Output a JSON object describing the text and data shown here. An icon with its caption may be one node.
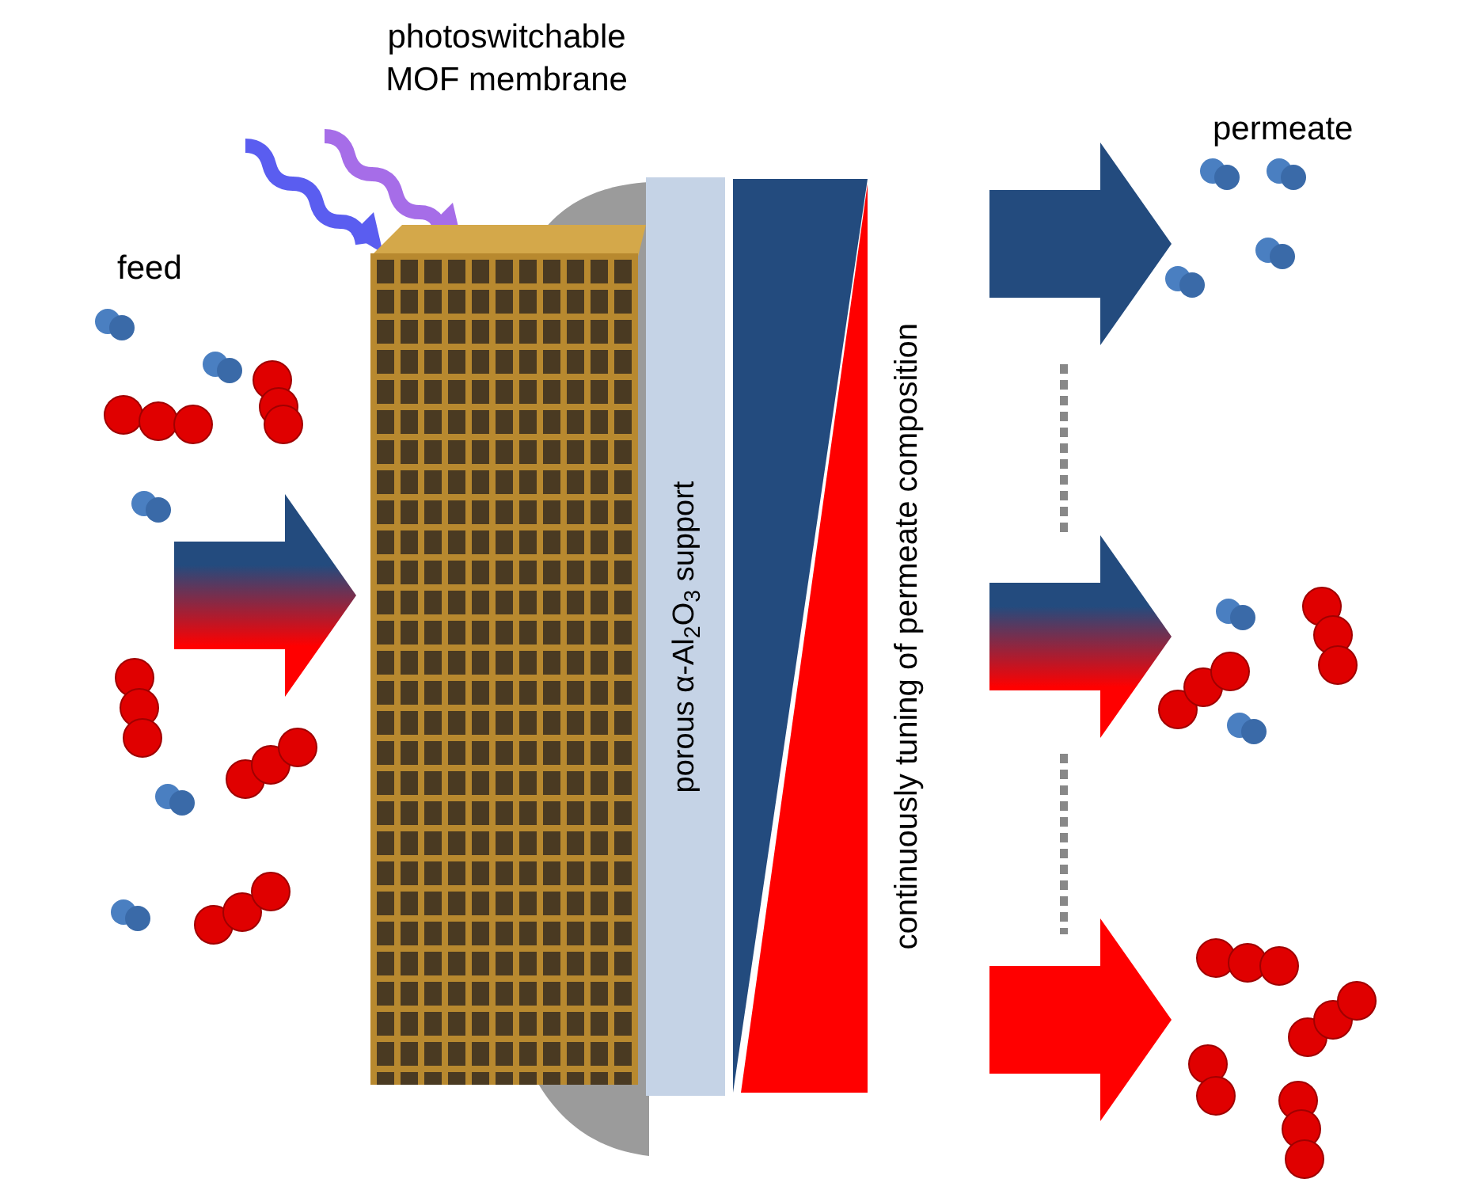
{
  "diagram": {
    "nodes": [
      {
        "text": [],
        "shape": "picture"
      },
      {
        "text": [
          "porous α-Al$_{2}$O$_{3}$ support"
        ]
      }
    ],
    "edges": [],
    "labels": [
      "photoswitchable MOF membrane",
      "feed",
      "permeate",
      "continuously tuning of permeate composition"
    ]
  }
}
